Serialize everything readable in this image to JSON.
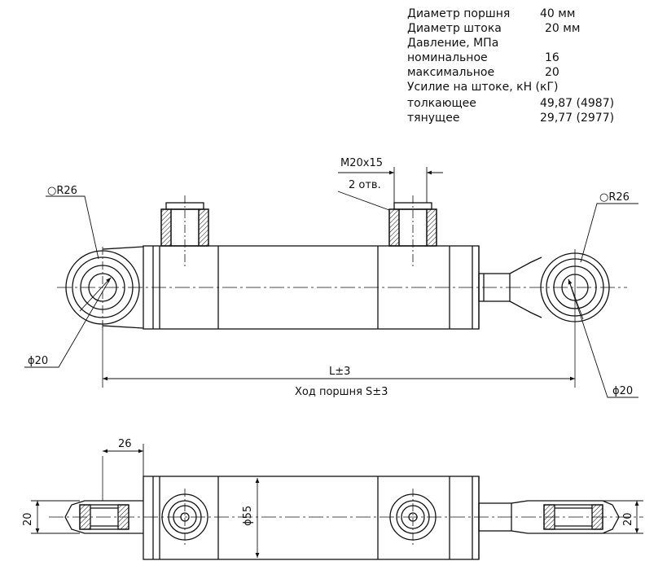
{
  "specs": {
    "rows": [
      {
        "label": "Диаметр поршня",
        "value": "40 мм"
      },
      {
        "label": "Диаметр штока",
        "value": "20 мм"
      },
      {
        "label": "Давление, МПа",
        "value": ""
      },
      {
        "label": "номинальное",
        "value": "16"
      },
      {
        "label": "максимальное",
        "value": "20"
      },
      {
        "label": "Усилие на штоке, кН (кГ)",
        "value": ""
      },
      {
        "label": "толкающее",
        "value": "49,87 (4987)"
      },
      {
        "label": "тянущее",
        "value": "29,77 (2977)"
      }
    ]
  },
  "dims": {
    "thread": "М20х15",
    "holes": "2 отв.",
    "radius_left": "○R26",
    "radius_right": "○R26",
    "dia_left": "ϕ20",
    "dia_right": "ϕ20",
    "length": "L±3",
    "stroke": "Ход поршня S±3",
    "offset": "26",
    "width_left": "20",
    "width_right": "20",
    "body_dia": "ϕ55"
  }
}
